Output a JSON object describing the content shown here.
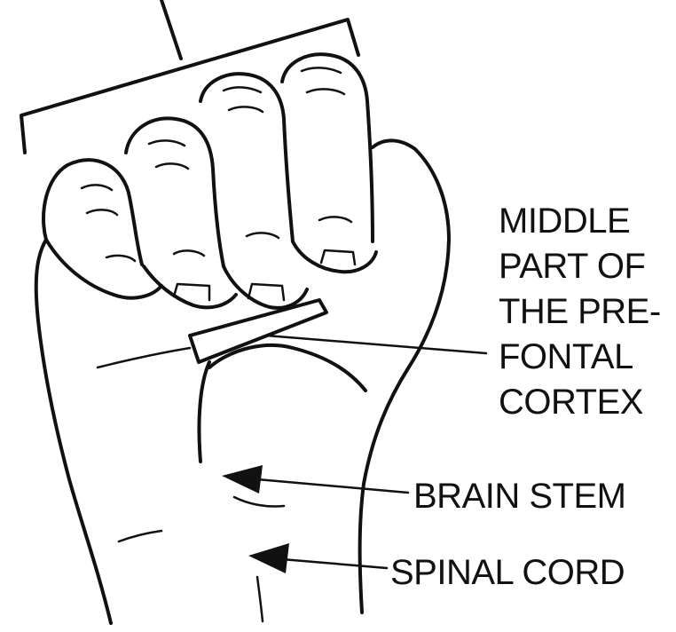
{
  "labels": {
    "prefrontal": [
      "MIDDLE",
      "PART OF",
      "THE PRE-",
      "FONTAL",
      "CORTEX"
    ],
    "brain_stem": "BRAIN STEM",
    "spinal_cord": "SPINAL CORD"
  },
  "colors": {
    "ink": "#111111",
    "background": "#ffffff"
  }
}
